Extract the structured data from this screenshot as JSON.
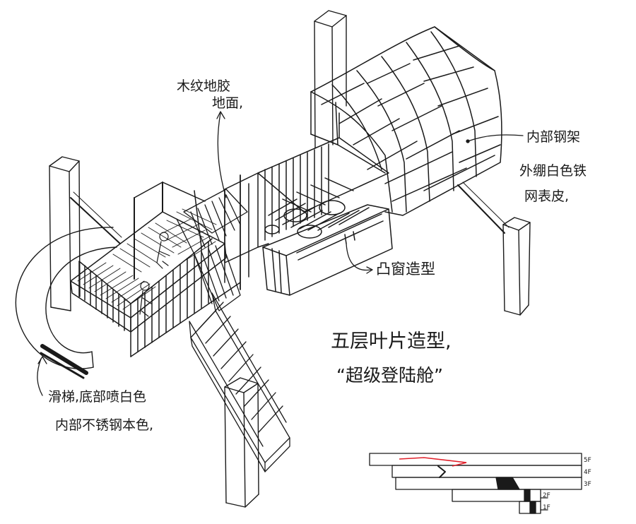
{
  "annotations": {
    "flooring": [
      "木纹地胶",
      "地面,"
    ],
    "frame": [
      "内部钢架",
      "外绷白色铁",
      "网表皮,"
    ],
    "bay": "凸窗造型",
    "theme": [
      "五层叶片造型,",
      "“超级登陆舱”"
    ],
    "slide": [
      "滑梯,底部喷白色",
      "内部不锈钢本色,"
    ]
  },
  "section_key": {
    "floors": [
      "5F",
      "4F",
      "3F",
      "2F",
      "1F"
    ]
  },
  "colors": {
    "ink": "#1a1a1a",
    "accent": "#e0202a"
  }
}
